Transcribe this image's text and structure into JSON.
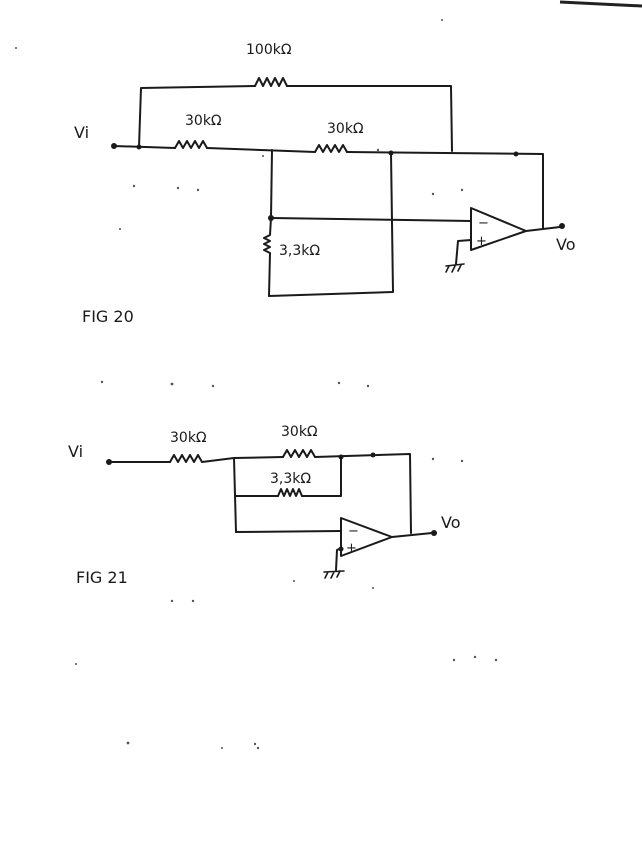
{
  "figures": [
    {
      "caption": "FIG 20",
      "input_label": "Vi",
      "output_label": "Vo",
      "resistors": {
        "feedback_top": "100kΩ",
        "input": "30kΩ",
        "series": "30kΩ",
        "shunt": "3,3kΩ"
      },
      "opamp": {
        "minus": "−",
        "plus": "+"
      }
    },
    {
      "caption": "FIG 21",
      "input_label": "Vi",
      "output_label": "Vo",
      "resistors": {
        "input": "30kΩ",
        "feedback": "30kΩ",
        "parallel": "3,3kΩ"
      },
      "opamp": {
        "minus": "−",
        "plus": "+"
      }
    }
  ]
}
